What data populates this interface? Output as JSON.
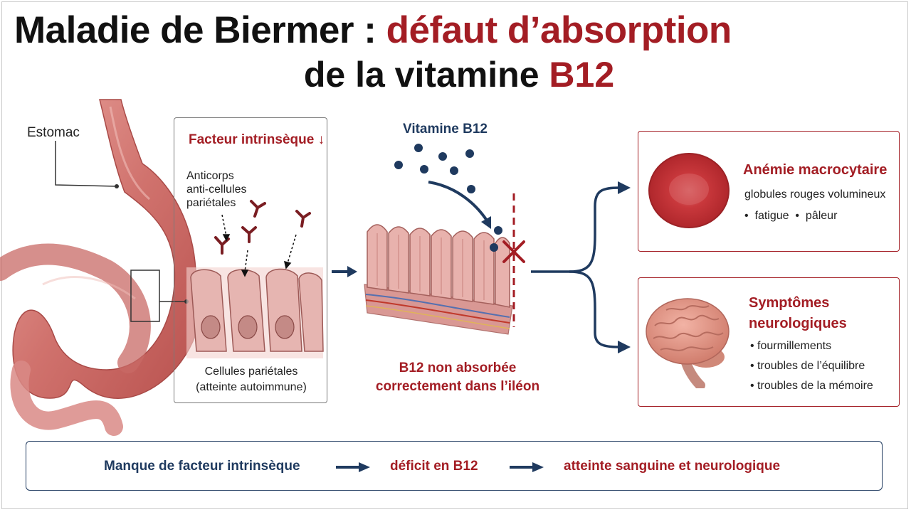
{
  "title": {
    "line1_black": "Maladie de Biermer : ",
    "line1_red": "défaut d’absorption",
    "line2_black": "de la vitamine ",
    "line2_red": "B12"
  },
  "stomach": {
    "label": "Estomac"
  },
  "cells_panel": {
    "heading": "Facteur intrinsèque ↓",
    "antibodies_label": "Anticorps\nanti-cellules\npariétales",
    "caption": "Cellules pariétales\n(atteinte autoimmune)"
  },
  "ileum": {
    "vitamin_label": "Vitamine B12",
    "caption": "B12 non absorbée\ncorrectement dans l’iléon"
  },
  "anemia": {
    "title": "Anémie macrocytaire",
    "line": "globules rouges volumineux",
    "symptoms": "•  fatigue  •  pâleur"
  },
  "neuro": {
    "title": "Symptômes neurologiques",
    "items": [
      "•  fourmillements",
      "•  troubles de l’équilibre",
      "•  troubles de la mémoire"
    ]
  },
  "summary": {
    "step1": "Manque de facteur intrinsèque",
    "step2": "déficit en B12",
    "step3": "atteinte sanguine et neurologique"
  },
  "colors": {
    "accent_red": "#a31d24",
    "navy": "#1f3a5f",
    "tissue": "#d98a86"
  }
}
